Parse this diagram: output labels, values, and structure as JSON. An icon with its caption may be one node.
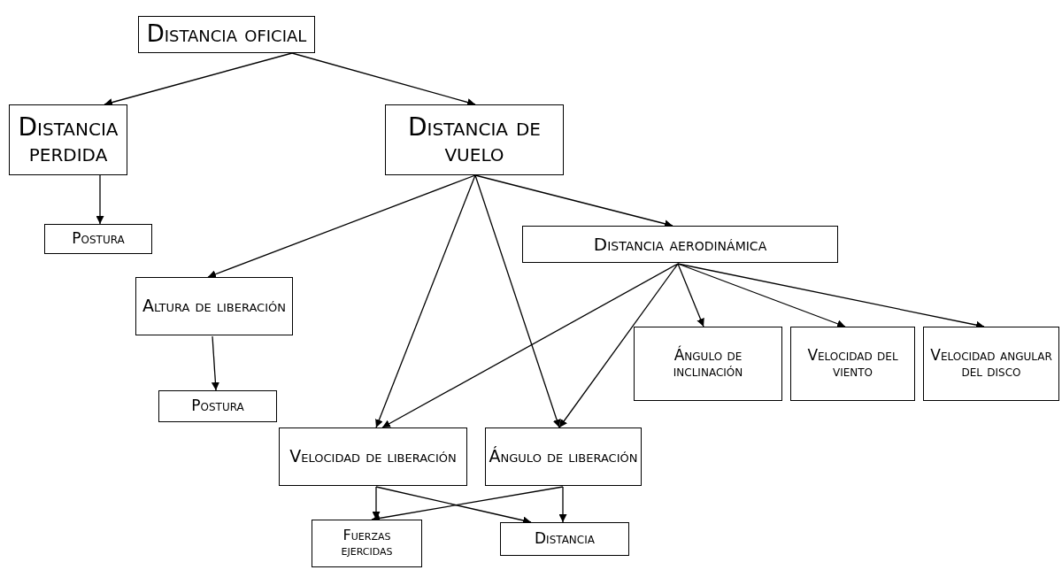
{
  "diagram": {
    "nodes": [
      {
        "text": [
          "Distancia oficial"
        ]
      },
      {
        "text": [
          "Distancia perdida"
        ]
      },
      {
        "text": [
          "Distancia de vuelo"
        ]
      },
      {
        "text": [
          "Postura"
        ]
      },
      {
        "text": [
          "Distancia aerodinámica"
        ]
      },
      {
        "text": [
          "Altura de liberación"
        ]
      },
      {
        "text": [
          "Postura"
        ]
      },
      {
        "text": [
          "Ángulo de inclinación"
        ]
      },
      {
        "text": [
          "Velocidad del viento"
        ]
      },
      {
        "text": [
          "Velocidad angular del disco"
        ]
      },
      {
        "text": [
          "Velocidad de liberación"
        ]
      },
      {
        "text": [
          "Ángulo de liberación"
        ]
      },
      {
        "text": [
          "Fuerzas ejercidas"
        ]
      },
      {
        "text": [
          "Distancia"
        ]
      }
    ],
    "edges": [
      {
        "from": 0,
        "to": 1,
        "arrow": "to"
      },
      {
        "from": 0,
        "to": 2,
        "arrow": "to"
      },
      {
        "from": 1,
        "to": 3,
        "arrow": "to"
      },
      {
        "from": 2,
        "to": 5,
        "arrow": "to"
      },
      {
        "from": 2,
        "to": 10,
        "arrow": "to"
      },
      {
        "from": 2,
        "to": 11,
        "arrow": "to"
      },
      {
        "from": 2,
        "to": 4,
        "arrow": "to"
      },
      {
        "from": 4,
        "to": 10,
        "arrow": "to"
      },
      {
        "from": 4,
        "to": 11,
        "arrow": "to"
      },
      {
        "from": 4,
        "to": 7,
        "arrow": "to"
      },
      {
        "from": 4,
        "to": 8,
        "arrow": "to"
      },
      {
        "from": 4,
        "to": 9,
        "arrow": "to"
      },
      {
        "from": 5,
        "to": 6,
        "arrow": "to"
      },
      {
        "from": 10,
        "to": 12,
        "arrow": "to"
      },
      {
        "from": 10,
        "to": 13,
        "arrow": "to"
      },
      {
        "from": 11,
        "to": 12,
        "arrow": "to"
      },
      {
        "from": 11,
        "to": 13,
        "arrow": "to"
      }
    ]
  }
}
